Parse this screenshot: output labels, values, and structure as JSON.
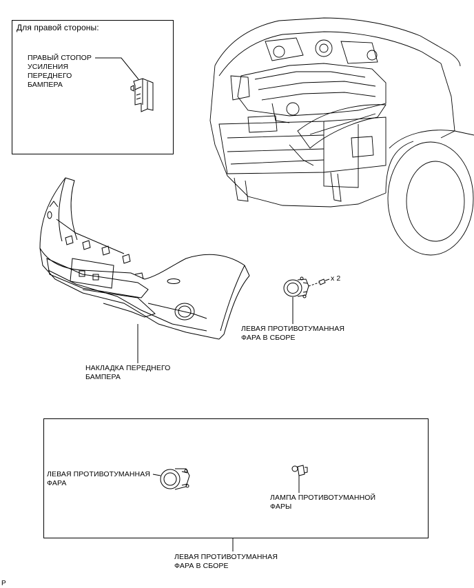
{
  "inset_box": {
    "header": "Для правой стороны:",
    "part_label": "ПРАВЫЙ СТОПОР\nУСИЛЕНИЯ\nПЕРЕДНЕГО\nБАМПЕРА"
  },
  "main": {
    "bumper_cover_label": "НАКЛАДКА ПЕРЕДНЕГО\nБАМПЕРА",
    "fog_lamp_assembly_label": "ЛЕВАЯ ПРОТИВОТУМАННАЯ\nФАРА В СБОРЕ",
    "screw_qty": "x 2"
  },
  "detail_box": {
    "fog_lamp_label": "ЛЕВАЯ ПРОТИВОТУМАННАЯ\nФАРА",
    "bulb_label": "ЛАМПА ПРОТИВОТУМАННОЙ\nФАРЫ",
    "assembly_label": "ЛЕВАЯ ПРОТИВОТУМАННАЯ\nФАРА В СБОРЕ"
  },
  "corner_mark": "P"
}
